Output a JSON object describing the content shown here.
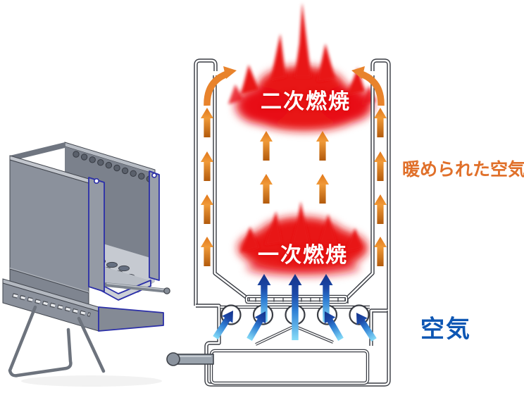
{
  "diagram": {
    "secondary_combustion_label": "二次燃焼",
    "primary_combustion_label": "一次燃焼",
    "heated_air_label": "暖められた空気",
    "air_label": "空気",
    "colors": {
      "flame_red": "#e81217",
      "hot_air_arrow_orange": "#e8832c",
      "hot_air_arrow_gradient_dark": "#b25a0c",
      "heated_air_text_orange": "#e0702a",
      "cold_air_arrow_light_blue": "#86dcf8",
      "cold_air_arrow_dark_blue": "#14328a",
      "air_text_blue": "#0d56b3",
      "section_outline_gray": "#3a3d44",
      "cad_body_gray": "#8b919c",
      "cad_cut_edge_blue": "#2b2fa8",
      "background_white": "#ffffff"
    }
  }
}
